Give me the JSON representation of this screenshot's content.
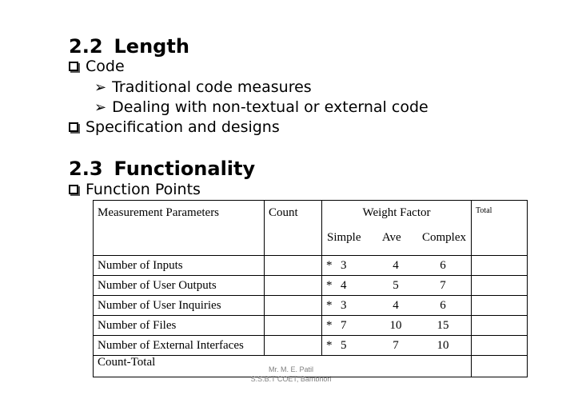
{
  "section1": {
    "number": "2.2",
    "title": "Length",
    "bullets": [
      "Code",
      "Specification and designs"
    ],
    "sub_bullets": [
      "Traditional code measures",
      "Dealing with non-textual or external code"
    ]
  },
  "section2": {
    "number": "2.3",
    "title": "Functionality",
    "bullets": [
      "Function Points"
    ]
  },
  "table": {
    "headers": {
      "param": "Measurement Parameters",
      "count": "Count",
      "weight": "Weight Factor",
      "simple": "Simple",
      "ave": "Ave",
      "complex": "Complex",
      "total": "Total"
    },
    "rows": [
      {
        "param": "Number of Inputs",
        "count": "",
        "star": "*",
        "simple": "3",
        "ave": "4",
        "complex": "6",
        "total": ""
      },
      {
        "param": "Number of User Outputs",
        "count": "",
        "star": "*",
        "simple": "4",
        "ave": "5",
        "complex": "7",
        "total": ""
      },
      {
        "param": "Number of User Inquiries",
        "count": "",
        "star": "*",
        "simple": "3",
        "ave": "4",
        "complex": "6",
        "total": ""
      },
      {
        "param": "Number of Files",
        "count": "",
        "star": "*",
        "simple": "7",
        "ave": "10",
        "complex": "15",
        "total": ""
      },
      {
        "param": "Number of External Interfaces",
        "count": "",
        "star": "*",
        "simple": "5",
        "ave": "7",
        "complex": "10",
        "total": ""
      }
    ],
    "footer": "Count-Total"
  },
  "footer": {
    "line1": "Mr. M. E. Patil",
    "line2": "S.S.B.T COET, Bambhori"
  }
}
